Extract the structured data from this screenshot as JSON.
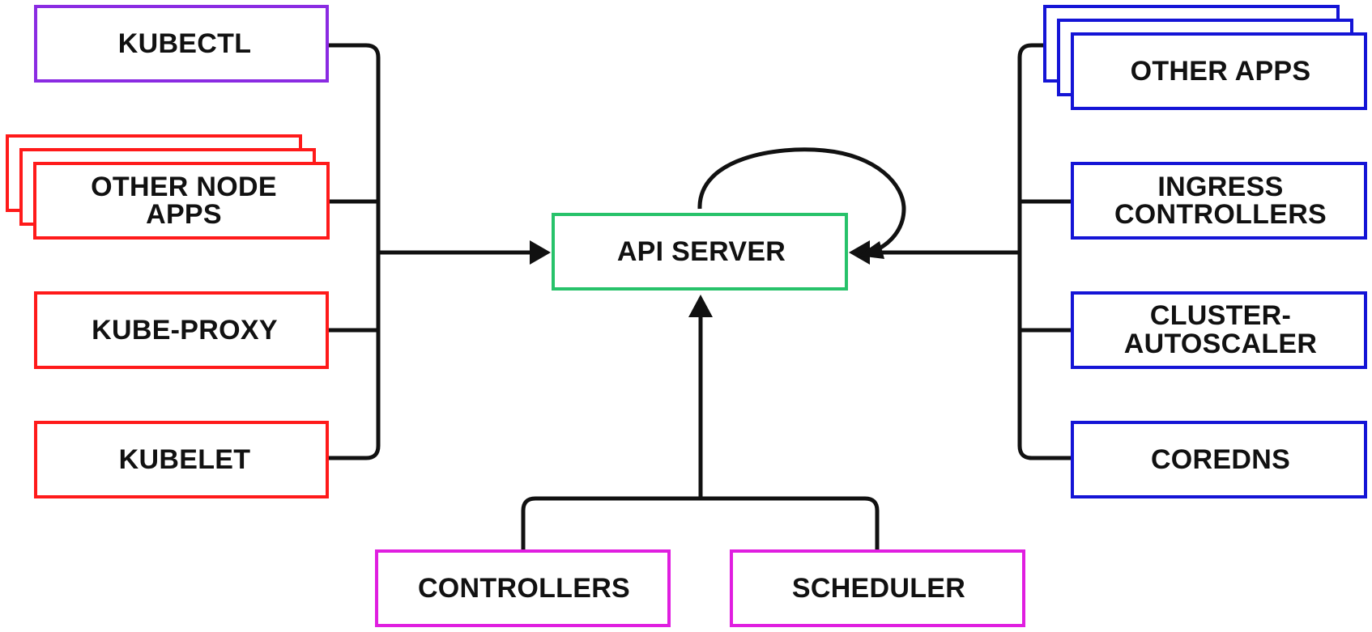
{
  "colors": {
    "purple": "#8a2be2",
    "red": "#ff1a1a",
    "blue": "#1414d6",
    "green": "#27c26a",
    "magenta": "#e01ee0",
    "line": "#111111"
  },
  "nodes": {
    "kubectl": "KUBECTL",
    "other_node_apps": [
      "OTHER NODE",
      "APPS"
    ],
    "kube_proxy": "KUBE-PROXY",
    "kubelet": "KUBELET",
    "api_server": "API SERVER",
    "other_apps": "OTHER APPS",
    "ingress_controllers": [
      "INGRESS",
      "CONTROLLERS"
    ],
    "cluster_autoscaler": [
      "CLUSTER-",
      "AUTOSCALER"
    ],
    "coredns": "COREDNS",
    "controllers": "CONTROLLERS",
    "scheduler": "SCHEDULER"
  }
}
